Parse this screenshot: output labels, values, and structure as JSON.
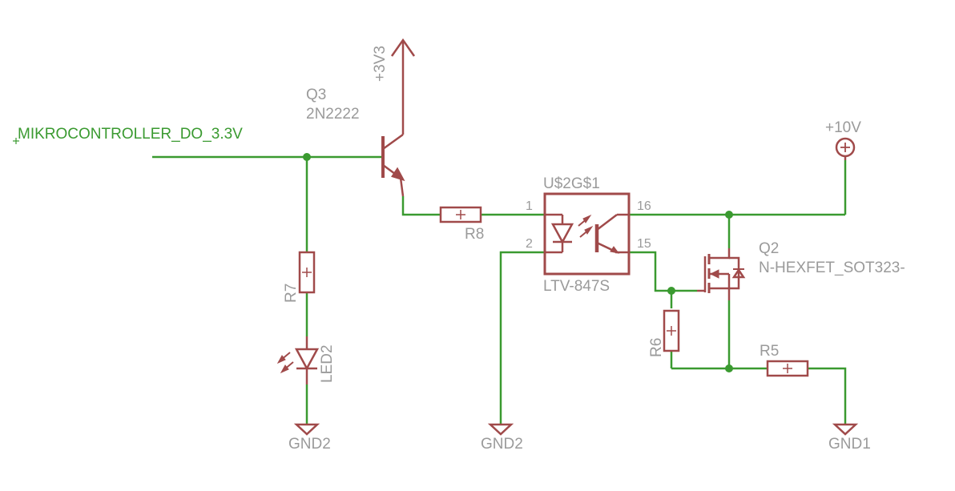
{
  "colors": {
    "wire": "#3a9a30",
    "component": "#a04a4a",
    "label": "#9a9a9a",
    "net_label": "#3a9a30"
  },
  "labels": {
    "net_input": "MIKROCONTROLLER_DO_3.3V",
    "supply_3v3": "+3V3",
    "supply_10v": "+10V",
    "q3_name": "Q3",
    "q3_value": "2N2222",
    "r8": "R8",
    "r7": "R7",
    "led2": "LED2",
    "gnd_led": "GND2",
    "gnd_opto": "GND2",
    "gnd_out": "GND1",
    "opto_name": "U$2G$1",
    "opto_value": "LTV-847S",
    "pin1": "1",
    "pin2": "2",
    "pin16": "16",
    "pin15": "15",
    "q2_name": "Q2",
    "q2_value": "N-HEXFET_SOT323-",
    "r6": "R6",
    "r5": "R5"
  }
}
